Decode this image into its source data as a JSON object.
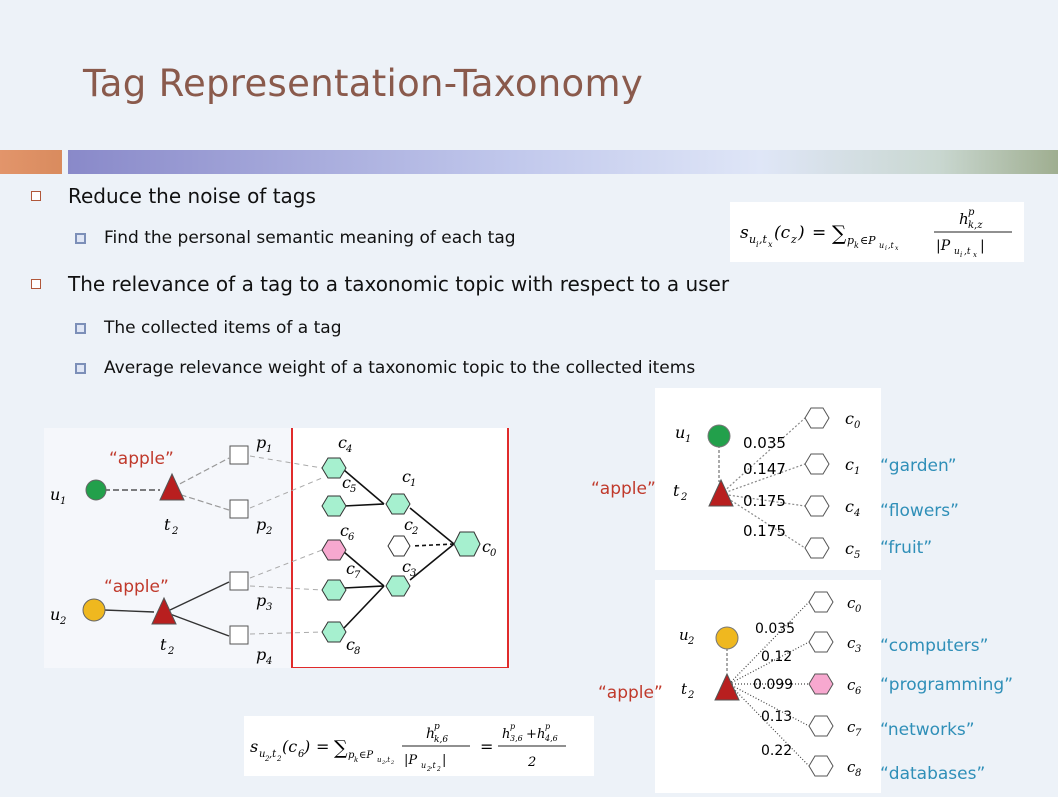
{
  "title": "Tag Representation-Taxonomy",
  "bullets": {
    "b1": "Reduce the noise of tags",
    "b1_sub": "Find the personal semantic meaning of each tag",
    "b2": "The relevance of a tag to a taxonomic topic with respect to a user",
    "b2_sub1": "The collected items of a tag",
    "b2_sub2": "Average relevance weight of a taxonomic topic to the collected items"
  },
  "formula_top": {
    "lhs": "s",
    "lhs_sub": "u",
    "lhs_sub_i": "i",
    "lhs_sub_t": ",t",
    "lhs_sub_x": "x",
    "arg": "(c",
    "arg_sub": "z",
    "arg_close": ")",
    "eq": "=",
    "sum": "∑",
    "sum_sub": "p",
    "sum_sub_k": "k",
    "sum_sub_in": "∈P",
    "sum_sub_u": "u",
    "sum_sub_i": "i",
    "sum_sub_tx": ",t",
    "sum_sub_x": "x",
    "num": "h",
    "num_sup": "p",
    "num_sub": "k,z",
    "den": "|P",
    "den_sub": "u",
    "den_sub_i": "i",
    "den_sub_t": ",t",
    "den_sub_x": "x",
    "den_close": "|"
  },
  "formula_bottom": {
    "lhs": "s",
    "lhs_sub": "u",
    "lhs_sub_2": "2",
    "lhs_sub_t": ",t",
    "lhs_sub_t2": "2",
    "arg": "(c",
    "arg_sub": "6",
    "arg_close": ")",
    "eq": "=",
    "sum": "∑",
    "sum_sub": "p",
    "sum_sub_k": "k",
    "sum_sub_in": "∈P",
    "sum_sub_u": "u",
    "sum_sub_2": "2",
    "sum_sub_t": ",t",
    "sum_sub_t2": "2",
    "num": "h",
    "num_sup": "p",
    "num_sub": "k,6",
    "den": "|P",
    "den_sub": "u",
    "den_sub_2": "2",
    "den_sub_t": ",t",
    "den_sub_t2": "2",
    "den_close": "|",
    "eq2": "=",
    "num2a": "h",
    "num2a_sup": "p",
    "num2a_sub": "3,6",
    "plus": "+",
    "num2b": "h",
    "num2b_sup": "p",
    "num2b_sub": "4,6",
    "den2": "2"
  },
  "quotes": {
    "apple": "“apple”",
    "garden": "“garden”",
    "flowers": "“flowers”",
    "fruit": "“fruit”",
    "computers": "“computers”",
    "programming": "“programming”",
    "networks": "“networks”",
    "databases": "“databases”"
  },
  "graph": {
    "u": "u",
    "t": "t",
    "p": "p",
    "c": "c",
    "one": "1",
    "two": "2",
    "three": "3",
    "four": "4",
    "five": "5",
    "six": "6",
    "seven": "7",
    "eight": "8",
    "zero": "0"
  },
  "weights_top": [
    "0.035",
    "0.147",
    "0.175",
    "0.175"
  ],
  "weights_bottom": [
    "0.035",
    "0.12",
    "0.099",
    "0.13",
    "0.22"
  ],
  "colors": {
    "title": "#8a5a4c",
    "red_tag": "#c0392b",
    "green_user": "#22a04b",
    "yellow_user": "#efb81f",
    "hex_mint": "#a6f0cf",
    "hex_pink": "#f7a8cf",
    "quote_red": "#c0392b",
    "quote_blue": "#2f8fb8"
  }
}
